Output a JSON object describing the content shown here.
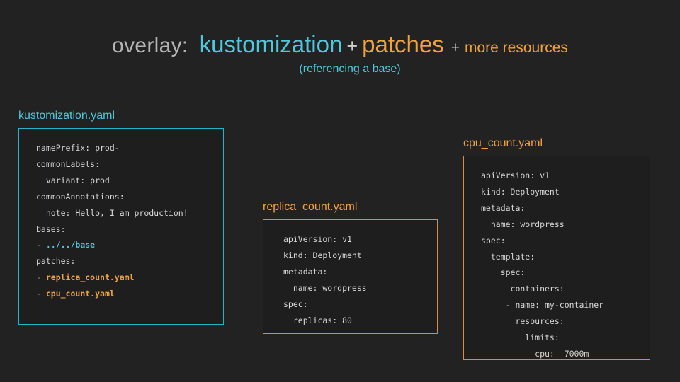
{
  "header": {
    "label_overlay": "overlay:",
    "label_kustomization": "kustomization",
    "plus_1": "+",
    "label_patches": "patches",
    "plus_2": "+",
    "label_more_resources": "more resources",
    "subtitle": "(referencing a base)",
    "colors": {
      "gray": "#b4b4b4",
      "cyan": "#4fc7dd",
      "orange": "#f0a33c"
    }
  },
  "panels": [
    {
      "id": "kustomization",
      "title": "kustomization.yaml",
      "accent": "#1fb6c9",
      "lines": [
        [
          {
            "t": "namePrefix: prod-",
            "c": "plain"
          }
        ],
        [
          {
            "t": "commonLabels:",
            "c": "plain"
          }
        ],
        [
          {
            "t": "  variant: prod",
            "c": "plain"
          }
        ],
        [
          {
            "t": "commonAnnotations:",
            "c": "plain"
          }
        ],
        [
          {
            "t": "  note: Hello, I am production!",
            "c": "plain"
          }
        ],
        [
          {
            "t": "bases:",
            "c": "plain"
          }
        ],
        [
          {
            "t": "- ",
            "c": "dash"
          },
          {
            "t": "../../base",
            "c": "cyan"
          }
        ],
        [
          {
            "t": "patches:",
            "c": "plain"
          }
        ],
        [
          {
            "t": "- ",
            "c": "dash"
          },
          {
            "t": "replica_count.yaml",
            "c": "orange"
          }
        ],
        [
          {
            "t": "- ",
            "c": "dash"
          },
          {
            "t": "cpu_count.yaml",
            "c": "orange"
          }
        ]
      ]
    },
    {
      "id": "replica",
      "title": "replica_count.yaml",
      "accent": "#e08a34",
      "lines": [
        [
          {
            "t": "apiVersion: v1",
            "c": "plain"
          }
        ],
        [
          {
            "t": "kind: Deployment",
            "c": "plain"
          }
        ],
        [
          {
            "t": "metadata:",
            "c": "plain"
          }
        ],
        [
          {
            "t": "  name: wordpress",
            "c": "plain"
          }
        ],
        [
          {
            "t": "spec:",
            "c": "plain"
          }
        ],
        [
          {
            "t": "  replicas: 80",
            "c": "plain"
          }
        ]
      ]
    },
    {
      "id": "cpu",
      "title": "cpu_count.yaml",
      "accent": "#e08a34",
      "lines": [
        [
          {
            "t": "apiVersion: v1",
            "c": "plain"
          }
        ],
        [
          {
            "t": "kind: Deployment",
            "c": "plain"
          }
        ],
        [
          {
            "t": "metadata:",
            "c": "plain"
          }
        ],
        [
          {
            "t": "  name: wordpress",
            "c": "plain"
          }
        ],
        [
          {
            "t": "spec:",
            "c": "plain"
          }
        ],
        [
          {
            "t": "  template:",
            "c": "plain"
          }
        ],
        [
          {
            "t": "    spec:",
            "c": "plain"
          }
        ],
        [
          {
            "t": "      containers:",
            "c": "plain"
          }
        ],
        [
          {
            "t": "     - name: my-container",
            "c": "plain"
          }
        ],
        [
          {
            "t": "       resources:",
            "c": "plain"
          }
        ],
        [
          {
            "t": "         limits:",
            "c": "plain"
          }
        ],
        [
          {
            "t": "           cpu:  7000m",
            "c": "plain"
          }
        ]
      ]
    }
  ]
}
